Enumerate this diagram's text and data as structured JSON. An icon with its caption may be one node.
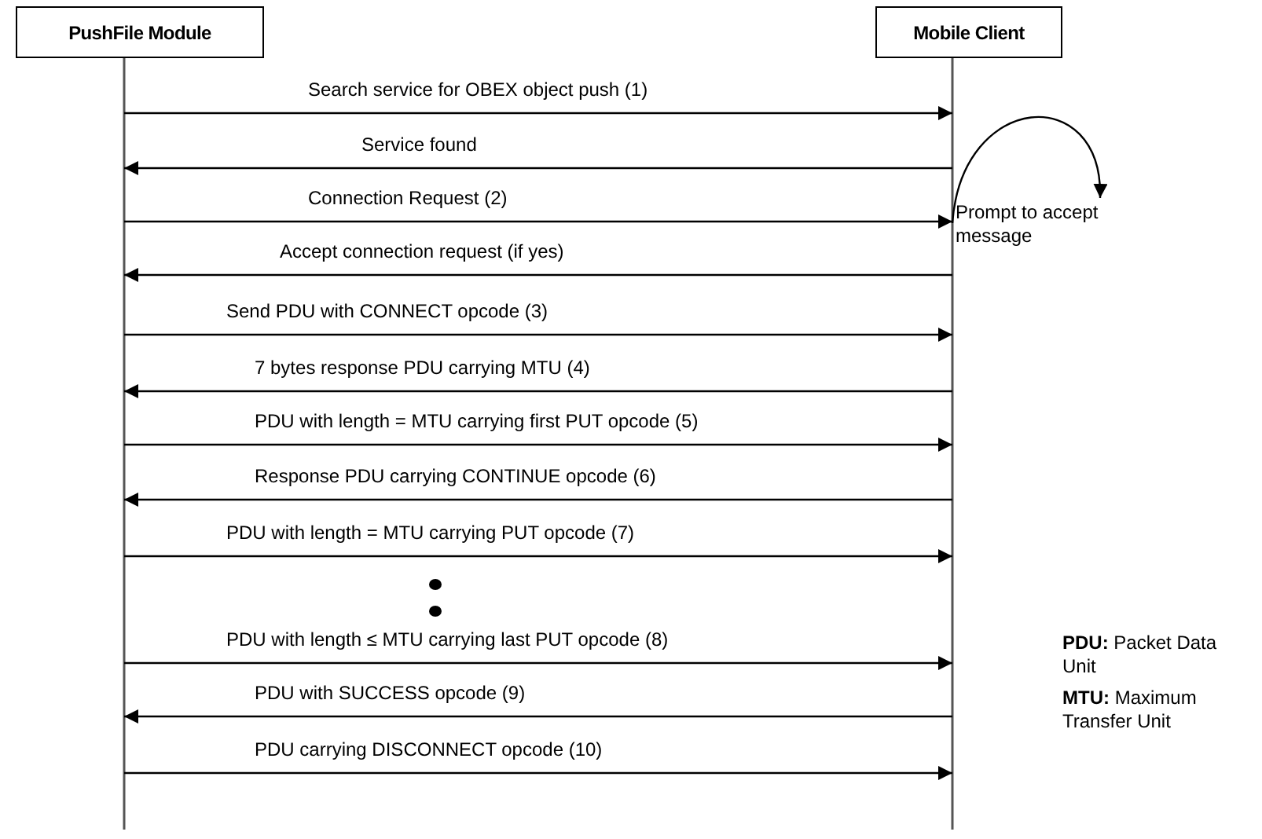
{
  "diagram": {
    "nodes": [
      {
        "text": [
          "PushFile Module"
        ]
      },
      {
        "text": [
          "Mobile Client"
        ]
      },
      {
        "text": [
          "Prompt to accept message"
        ]
      }
    ],
    "edges": [
      {
        "from": 0,
        "to": 1,
        "arrow": "to",
        "label": "Search service for OBEX object push (1)"
      },
      {
        "from": 1,
        "to": 0,
        "arrow": "to",
        "label": "Service found"
      },
      {
        "from": 0,
        "to": 1,
        "arrow": "to",
        "label": "Connection Request (2)"
      },
      {
        "from": 1,
        "to": 0,
        "arrow": "to",
        "label": "Accept connection request (if yes)"
      },
      {
        "from": 0,
        "to": 1,
        "arrow": "to",
        "label": "Send PDU with CONNECT opcode (3)"
      },
      {
        "from": 1,
        "to": 0,
        "arrow": "to",
        "label": "7 bytes response PDU carrying MTU (4)"
      },
      {
        "from": 0,
        "to": 1,
        "arrow": "to",
        "label": "PDU with length = MTU carrying first PUT opcode (5)"
      },
      {
        "from": 1,
        "to": 0,
        "arrow": "to",
        "label": "Response PDU carrying CONTINUE opcode (6)"
      },
      {
        "from": 0,
        "to": 1,
        "arrow": "to",
        "label": "PDU with length = MTU carrying PUT opcode (7)"
      },
      {
        "from": 0,
        "to": 1,
        "arrow": "to",
        "label": "PDU with length ≤ MTU carrying last PUT opcode (8)"
      },
      {
        "from": 1,
        "to": 0,
        "arrow": "to",
        "label": "PDU with SUCCESS opcode (9)"
      },
      {
        "from": 0,
        "to": 1,
        "arrow": "to",
        "label": "PDU carrying DISCONNECT opcode (10)"
      },
      {
        "from": 1,
        "to": 2,
        "arrow": "to"
      }
    ],
    "labels": [
      "**PDU:** Packet Data Unit",
      "**MTU:** Maximum Transfer Unit"
    ]
  }
}
